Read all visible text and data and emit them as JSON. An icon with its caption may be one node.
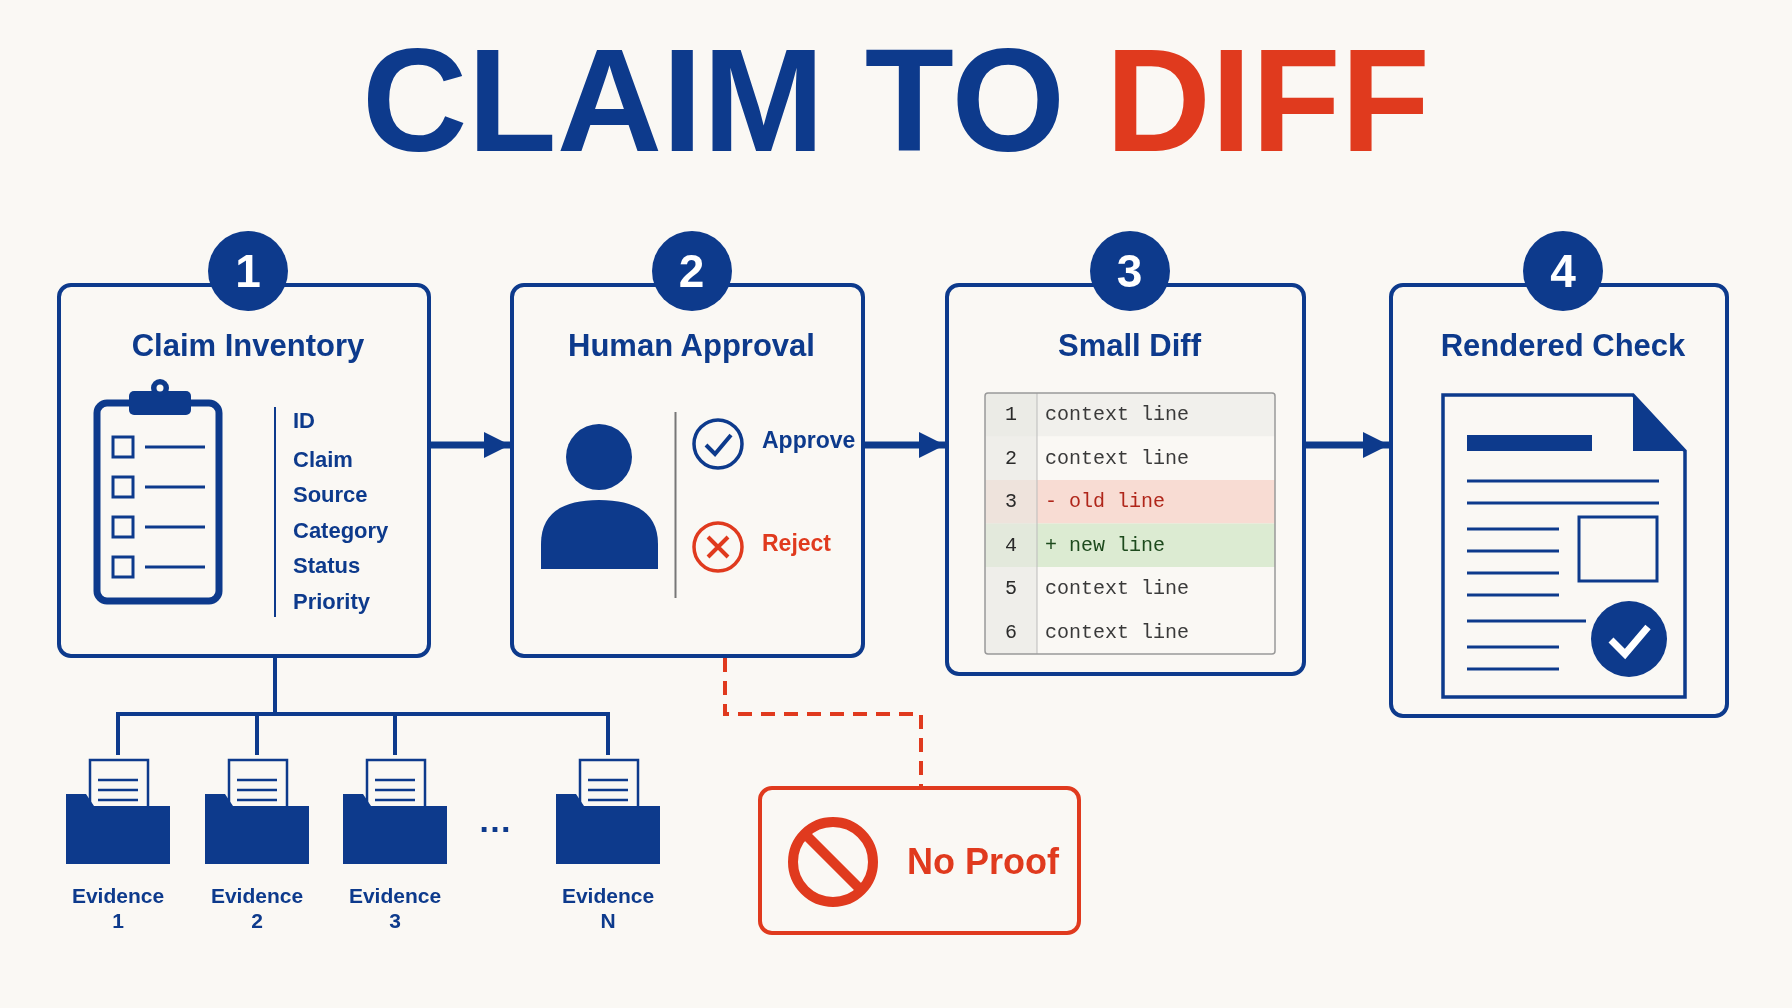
{
  "diagram": {
    "title": "CLAIM TO **DIFF**",
    "nodes": [
      {
        "text": [
          "Claim Inventory",
          "ID",
          "Claim",
          "Source",
          "Category",
          "Status",
          "Priority"
        ],
        "beside": [
          "1"
        ]
      },
      {
        "text": [
          "Human Approval",
          "Approve",
          "Reject"
        ],
        "beside": [
          "2"
        ]
      },
      {
        "text": [
          "Small Diff",
          "1",
          "context line",
          "2",
          "context line",
          "3",
          "- old line",
          "4",
          "+ new line",
          "5",
          "context line",
          "6",
          "context line"
        ],
        "beside": [
          "3"
        ]
      },
      {
        "text": [
          "Rendered Check"
        ],
        "beside": [
          "4"
        ]
      },
      {
        "text": [
          "Evidence 1"
        ]
      },
      {
        "text": [
          "Evidence 2"
        ]
      },
      {
        "text": [
          "Evidence 3"
        ]
      },
      {
        "text": [
          "Evidence N"
        ]
      },
      {
        "text": [
          "No Proof"
        ]
      }
    ],
    "edges": [
      {
        "from": 0,
        "to": 1,
        "arrow": "to"
      },
      {
        "from": 1,
        "to": 2,
        "arrow": "to"
      },
      {
        "from": 2,
        "to": 3,
        "arrow": "to"
      },
      {
        "from": 0,
        "to": 4,
        "arrow": "none"
      },
      {
        "from": 0,
        "to": 5,
        "arrow": "none"
      },
      {
        "from": 0,
        "to": 6,
        "arrow": "none"
      },
      {
        "from": 0,
        "to": 7,
        "arrow": "none"
      },
      {
        "from": 1,
        "to": 8,
        "arrow": "none",
        "style": "dashed",
        "color": "#e03a1e"
      }
    ],
    "labels": [
      "…"
    ]
  }
}
